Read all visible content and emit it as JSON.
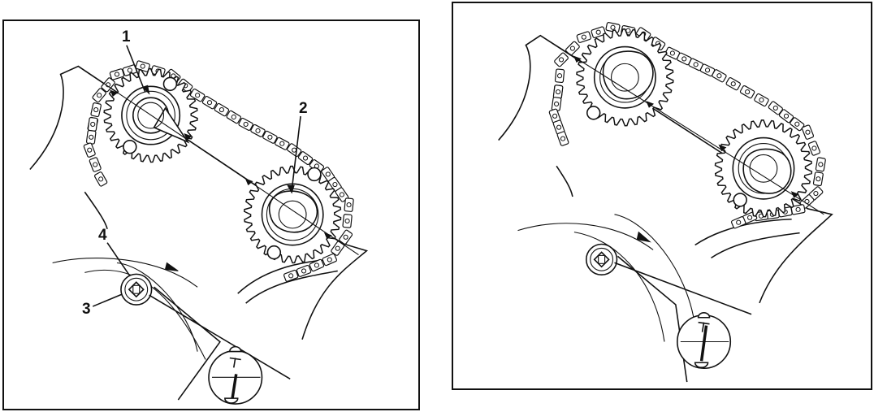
{
  "figure": {
    "left_panel": {
      "callouts": [
        {
          "id": "1",
          "text": "1"
        },
        {
          "id": "2",
          "text": "2"
        },
        {
          "id": "3",
          "text": "3"
        },
        {
          "id": "4",
          "text": "4"
        }
      ]
    },
    "right_panel": {
      "callouts": []
    }
  }
}
